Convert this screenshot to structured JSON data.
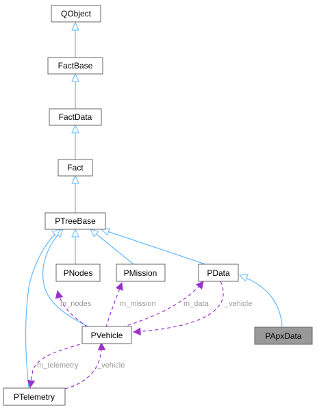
{
  "colors": {
    "inheritance": "#63b8ff",
    "usage": "#9a32cd",
    "node_border": "#666666",
    "node_fill": "#ffffff",
    "highlight_fill": "#999999",
    "label": "#9a9a9a"
  },
  "nodes": {
    "qobject": "QObject",
    "factbase": "FactBase",
    "factdata": "FactData",
    "fact": "Fact",
    "ptreebase": "PTreeBase",
    "pnodes": "PNodes",
    "pmission": "PMission",
    "pdata": "PData",
    "papxdata": "PApxData",
    "pvehicle": "PVehicle",
    "ptelemetry": "PTelemetry"
  },
  "edge_labels": {
    "m_nodes": "m_nodes",
    "m_mission": "m_mission",
    "m_data": "m_data",
    "pdata_vehicle": "_vehicle",
    "m_telemetry": "m_telemetry",
    "ptelemetry_vehicle": "_vehicle"
  }
}
